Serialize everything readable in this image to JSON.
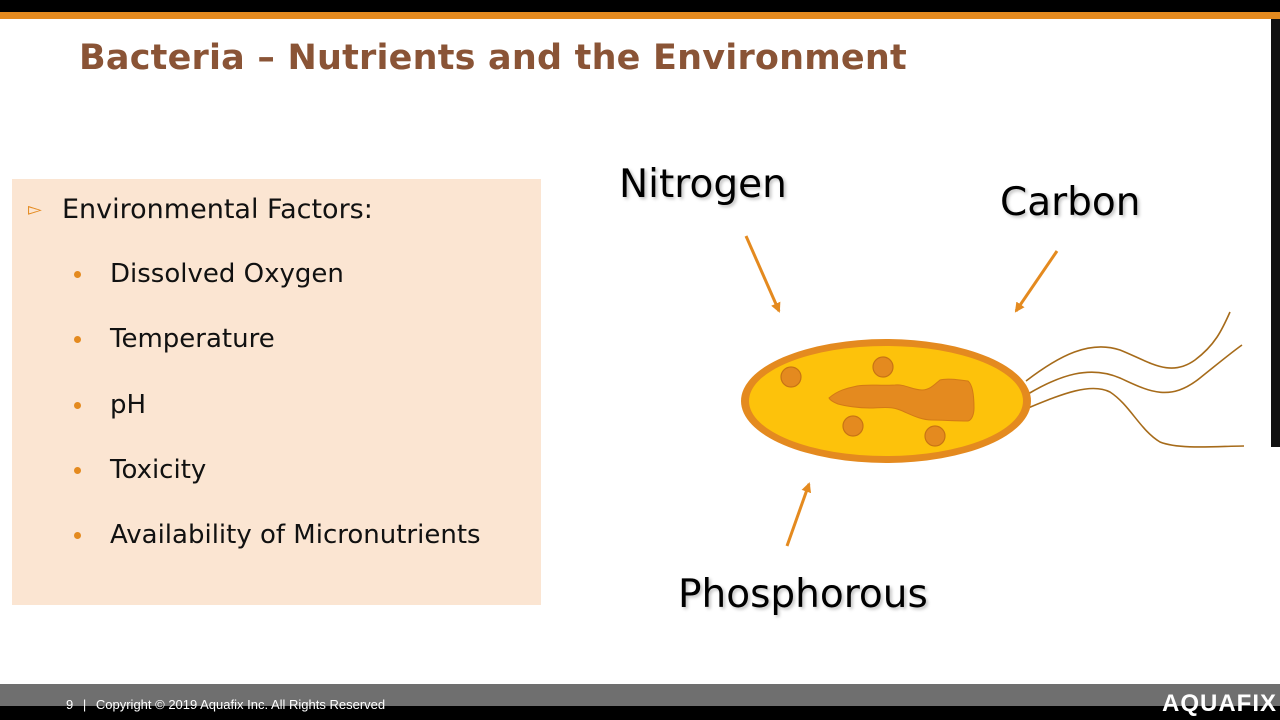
{
  "slide": {
    "title": "Bacteria – Nutrients and the Environment",
    "colors": {
      "accent": "#e48a1f",
      "title": "#8a5436",
      "panel": "#fbe5d2",
      "cell_fill": "#fdc20b",
      "organelle": "#e48a1f"
    }
  },
  "panel": {
    "heading_icon": "triangle-bullet-icon",
    "heading": "Environmental Factors:",
    "factors": [
      "Dissolved Oxygen",
      "Temperature",
      "pH",
      "Toxicity",
      "Availability of Micronutrients"
    ]
  },
  "diagram": {
    "nutrients": {
      "nitrogen": "Nitrogen",
      "carbon": "Carbon",
      "phosphorous": "Phosphorous"
    }
  },
  "footer": {
    "page": "9",
    "separator": "|",
    "copyright": "Copyright © 2019 Aquafix Inc. All Rights Reserved",
    "logo": "AQUAFIX"
  }
}
